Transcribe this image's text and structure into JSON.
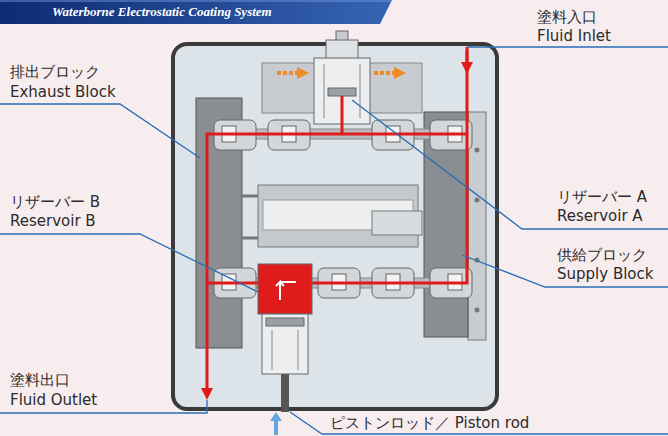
{
  "diagram": {
    "title": "Waterborne Electrostatic Coating System",
    "labels": [
      "塗料入口",
      "Fluid Inlet",
      "排出ブロック",
      "Exhaust Block",
      "リザーバー A",
      "Reservoir A",
      "リザーバー B",
      "Reservoir B",
      "供給ブロック",
      "Supply Block",
      "塗料出口",
      "Fluid Outlet",
      "ピストンロッド／ Piston rod"
    ]
  }
}
